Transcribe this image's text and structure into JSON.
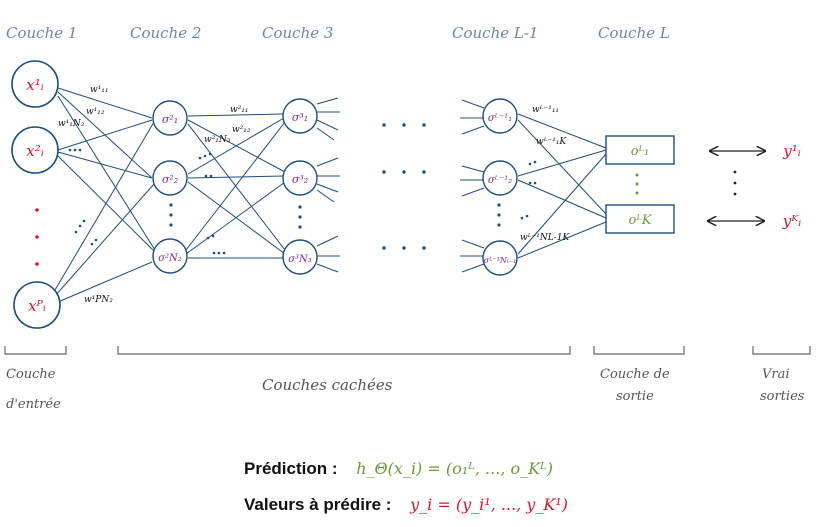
{
  "layers": {
    "layer1": "Couche 1",
    "layer2": "Couche 2",
    "layer3": "Couche 3",
    "layerLm1": "Couche L-1",
    "layerL": "Couche L"
  },
  "brackets": {
    "input": "Couche",
    "input2": "d'entrée",
    "hidden": "Couches cachées",
    "output": "Couche de",
    "output2": "sortie",
    "truth": "Vrai",
    "truth2": "sorties"
  },
  "input_nodes": {
    "x1": "x¹ᵢ",
    "x2": "x²ᵢ",
    "xp": "xᴾᵢ"
  },
  "layer2_nodes": [
    "σ²₁",
    "σ²₂",
    "σ²N₂"
  ],
  "layer3_nodes": [
    "σ³₁",
    "σ³₂",
    "σ³N₃"
  ],
  "layerLm1_nodes": [
    "σᴸ⁻¹₁",
    "σᴸ⁻¹₂",
    "σᴸ⁻¹Nₗ₋₁"
  ],
  "output_nodes": [
    "oᴸ₁",
    "oᴸK"
  ],
  "targets": [
    "y¹ᵢ",
    "yᴷᵢ"
  ],
  "weights": {
    "w111": "w¹₁₁",
    "w112": "w¹₁₂",
    "w1N2": "w¹₁N₂",
    "w1pN2": "w¹PN₂",
    "w211": "w²₁₁",
    "w212": "w²₁₂",
    "w21N3": "w²₁N₃",
    "wL11": "wᴸ⁻¹₁₁",
    "wL1K": "wᴸ⁻¹₁K",
    "wLNK": "wᴸ⁻¹NL-1K"
  },
  "prediction_label": "Prédiction :",
  "prediction_formula": "h_Θ(x_i) = (o₁ᴸ, ..., o_Kᴸ)",
  "target_label": "Valeurs à prédire :",
  "target_formula": "y_i = (y_i¹, ..., y_K¹)",
  "colors": {
    "node": "#1f4e79",
    "red": "#d11a2a",
    "purple": "#7b2a8a",
    "green": "#6a9a3a",
    "grey": "#555555"
  }
}
